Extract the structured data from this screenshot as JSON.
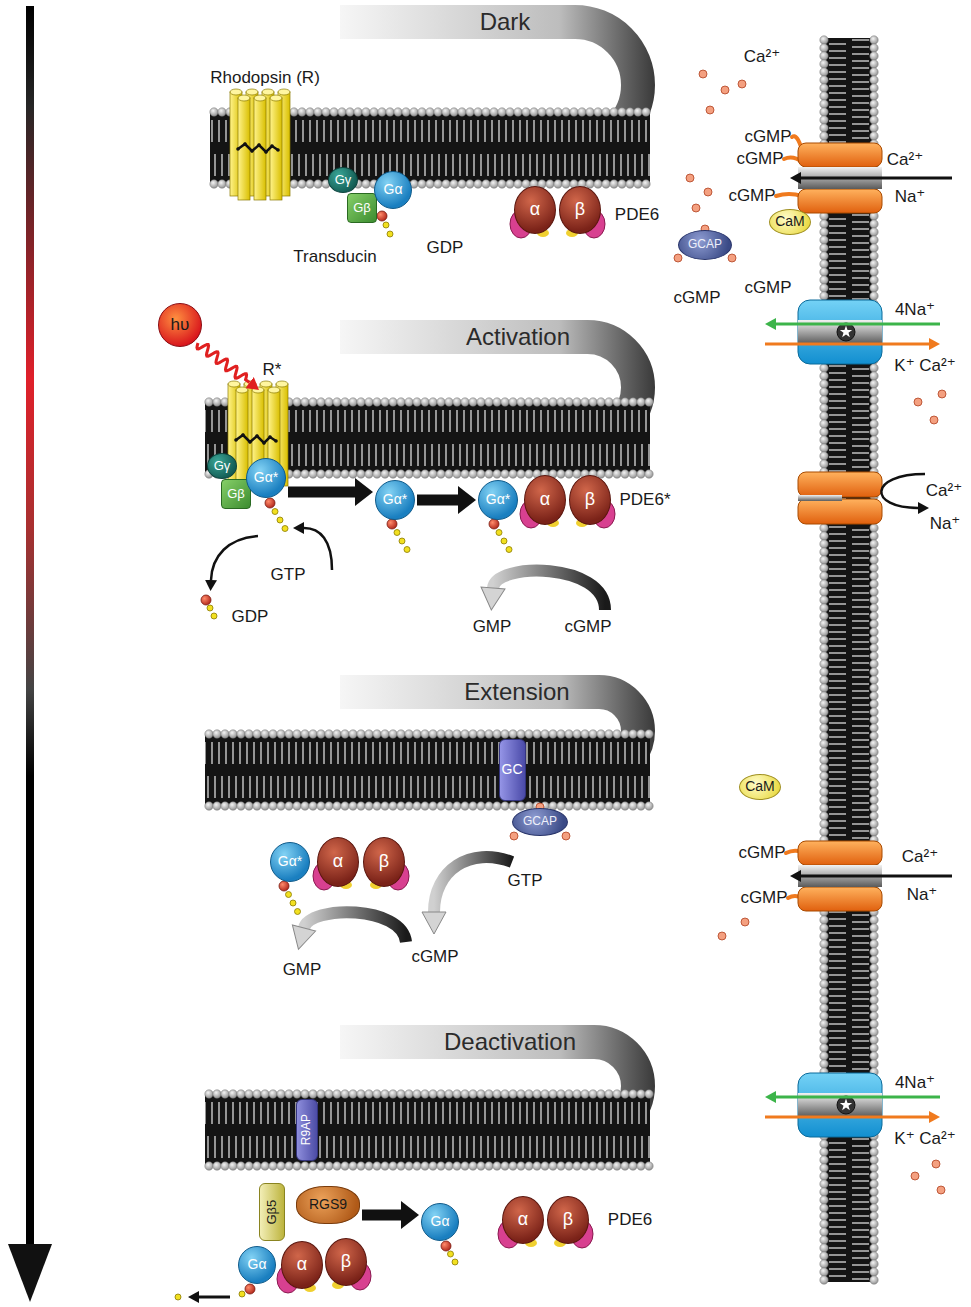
{
  "diagram": {
    "nodes": [
      {
        "text": [
          "Dark"
        ]
      },
      {
        "text": [
          "Gγ"
        ]
      },
      {
        "text": [
          "Gβ"
        ]
      },
      {
        "text": [
          "Gα"
        ]
      },
      {
        "text": [
          "α"
        ]
      },
      {
        "text": [
          "β"
        ]
      },
      {
        "text": [
          "CaM"
        ]
      },
      {
        "text": [
          "GCAP"
        ]
      },
      {
        "text": [
          "Activation"
        ]
      },
      {
        "text": [
          "hυ"
        ]
      },
      {
        "text": [
          "Gγ"
        ]
      },
      {
        "text": [
          "Gβ"
        ]
      },
      {
        "text": [
          "Gα*"
        ]
      },
      {
        "text": [
          "Gα*"
        ]
      },
      {
        "text": [
          "Gα*"
        ]
      },
      {
        "text": [
          "α"
        ]
      },
      {
        "text": [
          "β"
        ]
      },
      {
        "text": [
          "Extension"
        ]
      },
      {
        "text": [
          "GC"
        ]
      },
      {
        "text": [
          "CaM"
        ]
      },
      {
        "text": [
          "GCAP"
        ]
      },
      {
        "text": [
          "Gα*"
        ]
      },
      {
        "text": [
          "α"
        ]
      },
      {
        "text": [
          "β"
        ]
      },
      {
        "text": [
          "Deactivation"
        ]
      },
      {
        "text": [
          "R9AP"
        ]
      },
      {
        "text": [
          "Gβ5"
        ]
      },
      {
        "text": [
          "RGS9"
        ]
      },
      {
        "text": [
          "Gα"
        ]
      },
      {
        "text": [
          "α"
        ]
      },
      {
        "text": [
          "β"
        ]
      },
      {
        "text": [
          "Gα"
        ]
      },
      {
        "text": [
          "α"
        ]
      },
      {
        "text": [
          "β"
        ]
      }
    ],
    "edges": [
      {
        "from": 12,
        "to": 13,
        "arrow": "to"
      },
      {
        "from": 13,
        "to": 14,
        "arrow": "to"
      },
      {
        "from": 27,
        "to": 31,
        "arrow": "to"
      }
    ],
    "labels": [
      "Rhodopsin (R)",
      "Ca²⁺",
      "cGMP",
      "cGMP",
      "cGMP",
      "Ca²⁺",
      "Na⁺",
      "Transducin",
      "GDP",
      "PDE6",
      "cGMP",
      "cGMP",
      "4Na⁺",
      "K⁺ Ca²⁺",
      "R*",
      "PDE6*",
      "Ca²⁺",
      "Na⁺",
      "GTP",
      "GDP",
      "GMP",
      "cGMP",
      "cGMP",
      "Ca²⁺",
      "Na⁺",
      "cGMP",
      "GTP",
      "cGMP",
      "GMP",
      "4Na⁺",
      "K⁺ Ca²⁺",
      "PDE6"
    ]
  }
}
